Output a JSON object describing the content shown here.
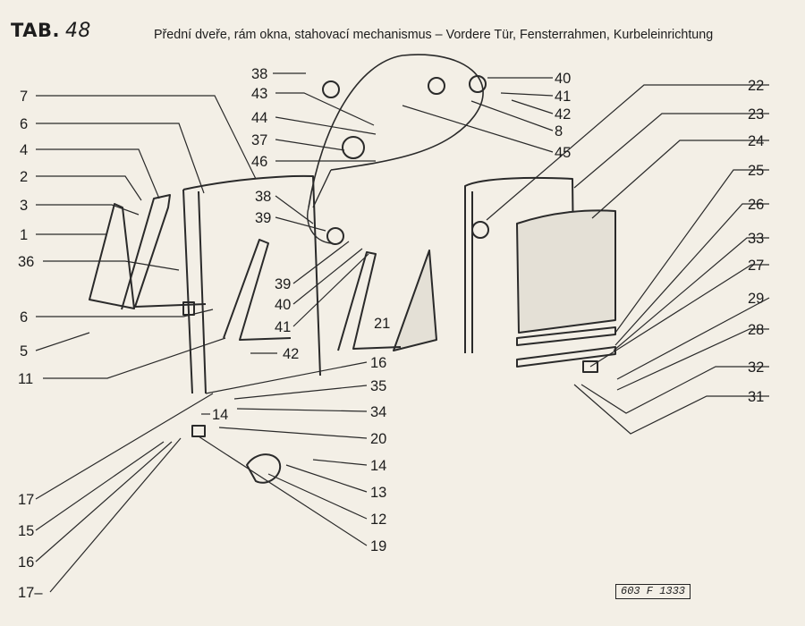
{
  "header": {
    "tab_prefix": "TAB.",
    "tab_number": "48",
    "caption": "Přední dveře, rám okna, stahovací mechanismus – Vordere Tür, Fensterrahmen, Kurbeleinrichtung"
  },
  "stamp": "603 F 1333",
  "callouts": [
    "7",
    "6",
    "4",
    "2",
    "3",
    "1",
    "36",
    "6",
    "5",
    "11",
    "38",
    "43",
    "44",
    "37",
    "46",
    "38",
    "39",
    "40",
    "41",
    "42",
    "8",
    "39",
    "40",
    "41",
    "42",
    "45",
    "21",
    "22",
    "23",
    "24",
    "25",
    "26",
    "33",
    "27",
    "29",
    "28",
    "32",
    "31",
    "16",
    "35",
    "14",
    "34",
    "20",
    "14",
    "13",
    "12",
    "19",
    "17",
    "15",
    "16",
    "17–"
  ]
}
